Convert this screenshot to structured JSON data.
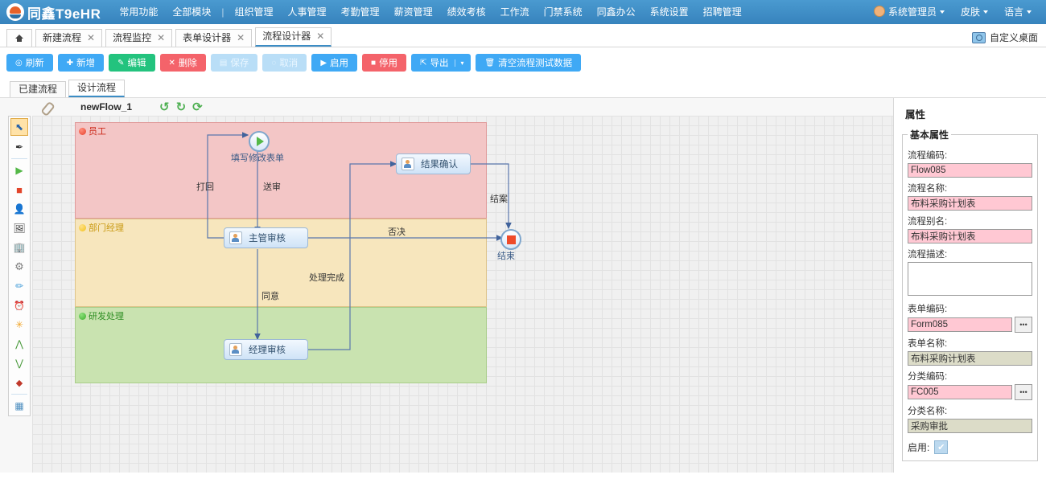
{
  "topnav": {
    "brand": "同鑫T9eHR",
    "items": [
      {
        "label": "常用功能"
      },
      {
        "label": "全部模块"
      },
      {
        "label": "|",
        "sep": true
      },
      {
        "label": "组织管理"
      },
      {
        "label": "人事管理"
      },
      {
        "label": "考勤管理"
      },
      {
        "label": "薪资管理"
      },
      {
        "label": "绩效考核"
      },
      {
        "label": "工作流"
      },
      {
        "label": "门禁系统"
      },
      {
        "label": "同鑫办公"
      },
      {
        "label": "系统设置"
      },
      {
        "label": "招聘管理"
      }
    ],
    "right": [
      {
        "label": "系统管理员",
        "icon": "user-icon",
        "caret": true
      },
      {
        "label": "皮肤",
        "caret": true
      },
      {
        "label": "语言",
        "caret": true
      }
    ]
  },
  "tabstrip": {
    "home_icon": "home-icon",
    "tabs": [
      {
        "label": "新建流程",
        "close": "✕",
        "active": false
      },
      {
        "label": "流程监控",
        "close": "✕",
        "active": false
      },
      {
        "label": "表单设计器",
        "close": "✕",
        "active": false
      },
      {
        "label": "流程设计器",
        "close": "✕",
        "active": true
      }
    ],
    "custom_desktop": {
      "label": "自定义桌面",
      "icon": "monitor-icon"
    }
  },
  "toolbar": {
    "buttons": [
      {
        "name": "refresh",
        "label": "刷新",
        "glyph": "◎",
        "style": "blue",
        "disabled": false
      },
      {
        "name": "add",
        "label": "新增",
        "glyph": "✚",
        "style": "blue",
        "disabled": false
      },
      {
        "name": "edit",
        "label": "编辑",
        "glyph": "✎",
        "style": "green",
        "disabled": false
      },
      {
        "name": "delete",
        "label": "删除",
        "glyph": "✕",
        "style": "red",
        "disabled": false
      },
      {
        "name": "save",
        "label": "保存",
        "glyph": "▤",
        "style": "disabled",
        "disabled": true
      },
      {
        "name": "cancel",
        "label": "取消",
        "glyph": "◌",
        "style": "disabled",
        "disabled": true
      },
      {
        "name": "enable",
        "label": "启用",
        "glyph": "▶",
        "style": "blue",
        "disabled": false
      },
      {
        "name": "disable",
        "label": "停用",
        "glyph": "■",
        "style": "red",
        "disabled": false
      },
      {
        "name": "export",
        "label": "导出",
        "glyph": "⇱",
        "style": "blue",
        "disabled": false,
        "split": "▾"
      },
      {
        "name": "clear-test-data",
        "label": "清空流程测试数据",
        "glyph": "🗑",
        "style": "blue",
        "disabled": false
      }
    ]
  },
  "subtabs": [
    {
      "label": "已建流程",
      "active": false
    },
    {
      "label": "设计流程",
      "active": true
    }
  ],
  "designer": {
    "flow_name": "newFlow_1",
    "clip_icon": "clip-icon",
    "history": [
      {
        "name": "undo-icon",
        "glyph": "↺"
      },
      {
        "name": "redo-icon",
        "glyph": "↻"
      },
      {
        "name": "refresh-canvas-icon",
        "glyph": "⟳"
      }
    ],
    "palette": [
      {
        "name": "select-tool",
        "glyph": "⬉",
        "selected": true
      },
      {
        "name": "line-tool",
        "glyph": "✒"
      },
      {
        "name": "start-node-tool",
        "glyph": "▶"
      },
      {
        "name": "end-node-tool",
        "glyph": "■"
      },
      {
        "name": "user-task-tool",
        "glyph": "👤"
      },
      {
        "name": "subflow-tool",
        "glyph": "🖼"
      },
      {
        "name": "group-tool",
        "glyph": "🏢"
      },
      {
        "name": "service-task-tool",
        "glyph": "⚙"
      },
      {
        "name": "manual-task-tool",
        "glyph": "✏"
      },
      {
        "name": "timer-tool",
        "glyph": "⏰"
      },
      {
        "name": "event-tool",
        "glyph": "✳"
      },
      {
        "name": "merge-tool",
        "glyph": "⋀"
      },
      {
        "name": "split-tool",
        "glyph": "⋁"
      },
      {
        "name": "decision-tool",
        "glyph": "◆"
      },
      {
        "name": "swimlane-tool",
        "glyph": "▦"
      }
    ],
    "lanes": [
      {
        "label": "员工",
        "color": "#f3c6c6",
        "border": "#e09a9a",
        "dot": "#e8422e",
        "text": "#cc2b1c"
      },
      {
        "label": "部门经理",
        "color": "#f7e6bd",
        "border": "#ddc389",
        "dot": "#f2c21a",
        "text": "#c99a13"
      },
      {
        "label": "研发处理",
        "color": "#c9e3b0",
        "border": "#a9cd8a",
        "dot": "#3cb02e",
        "text": "#2f8f24"
      }
    ],
    "nodes": [
      {
        "name": "start-node",
        "type": "start",
        "label": "填写修改表单"
      },
      {
        "name": "task-supervisor-review",
        "type": "task",
        "label": "主管审核"
      },
      {
        "name": "task-result-confirm",
        "type": "task",
        "label": "结果确认"
      },
      {
        "name": "task-manager-review",
        "type": "task",
        "label": "经理审核"
      },
      {
        "name": "end-node",
        "type": "end",
        "label": "结束"
      }
    ],
    "edge_labels": [
      {
        "name": "edge-label-reject",
        "label": "打回"
      },
      {
        "name": "edge-label-submit",
        "label": "送审"
      },
      {
        "name": "edge-label-agree",
        "label": "同意"
      },
      {
        "name": "edge-label-done",
        "label": "处理完成"
      },
      {
        "name": "edge-label-veto",
        "label": "否决"
      },
      {
        "name": "edge-label-close",
        "label": "结案"
      }
    ]
  },
  "props": {
    "title": "属性",
    "group_title": "基本属性",
    "fields": [
      {
        "name": "flow-code",
        "label": "流程编码:",
        "value": "Flow085",
        "style": "pink",
        "picker": false
      },
      {
        "name": "flow-name",
        "label": "流程名称:",
        "value": "布料采购计划表",
        "style": "pink",
        "picker": false
      },
      {
        "name": "flow-alias",
        "label": "流程别名:",
        "value": "布料采购计划表",
        "style": "pink",
        "picker": false
      },
      {
        "name": "flow-desc",
        "label": "流程描述:",
        "value": "",
        "style": "textarea",
        "picker": false
      },
      {
        "name": "form-code",
        "label": "表单编码:",
        "value": "Form085",
        "style": "pink",
        "picker": true
      },
      {
        "name": "form-name",
        "label": "表单名称:",
        "value": "布料采购计划表",
        "style": "khaki",
        "picker": false
      },
      {
        "name": "category-code",
        "label": "分类编码:",
        "value": "FC005",
        "style": "pink",
        "picker": true
      },
      {
        "name": "category-name",
        "label": "分类名称:",
        "value": "采购审批",
        "style": "khaki",
        "picker": false
      }
    ],
    "picker_glyph": "•••",
    "enable": {
      "label": "启用:",
      "checked": "✔"
    }
  }
}
